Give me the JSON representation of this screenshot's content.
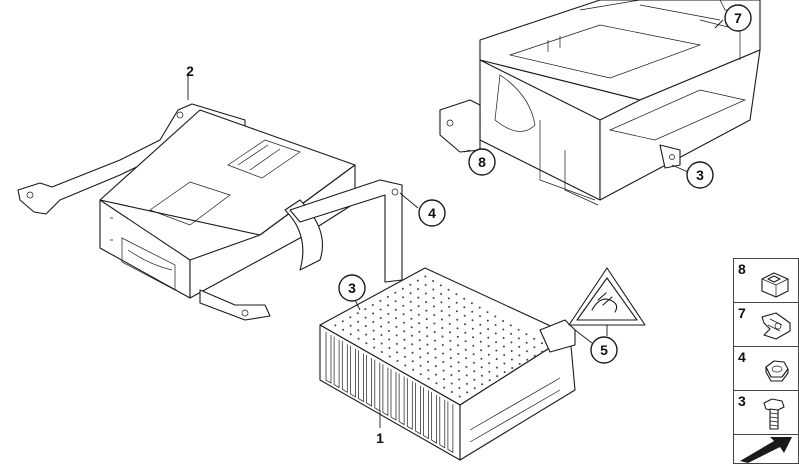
{
  "diagram": {
    "callouts": [
      {
        "id": "3a",
        "label": "3"
      },
      {
        "id": "3b",
        "label": "3"
      },
      {
        "id": "4",
        "label": "4"
      },
      {
        "id": "5",
        "label": "5"
      },
      {
        "id": "7",
        "label": "7"
      },
      {
        "id": "8",
        "label": "8"
      }
    ],
    "plain_labels": [
      {
        "id": "1",
        "label": "1"
      },
      {
        "id": "2",
        "label": "2"
      }
    ]
  },
  "legend": {
    "items": [
      {
        "label": "8",
        "icon": "clip-icon"
      },
      {
        "label": "7",
        "icon": "spring-nut-icon"
      },
      {
        "label": "4",
        "icon": "hex-nut-icon"
      },
      {
        "label": "3",
        "icon": "hex-bolt-icon"
      }
    ],
    "footer_icon": "arrow-icon"
  },
  "colors": {
    "line": "#1a1a1a",
    "background": "#ffffff"
  }
}
